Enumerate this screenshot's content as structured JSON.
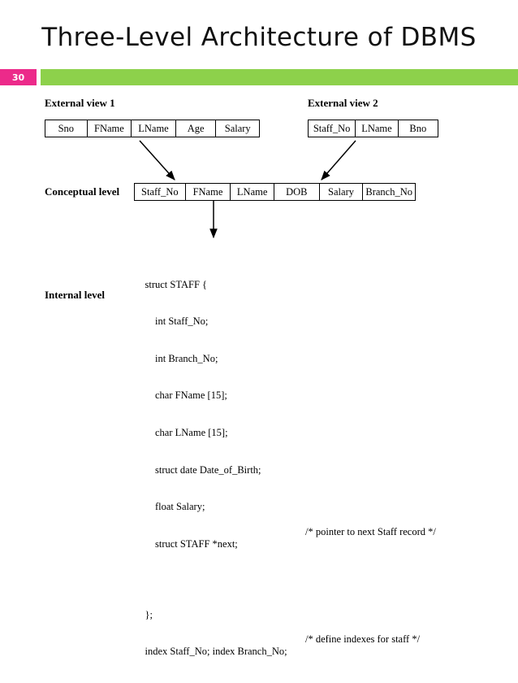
{
  "slide": {
    "title": "Three-Level Architecture of DBMS",
    "page_number": "30"
  },
  "colors": {
    "badge_pink": "#ec2a8a",
    "band_green": "#8dd14b",
    "text_black": "#000000"
  },
  "diagram": {
    "external_view_1": {
      "label": "External view 1",
      "columns": [
        "Sno",
        "FName",
        "LName",
        "Age",
        "Salary"
      ]
    },
    "external_view_2": {
      "label": "External view 2",
      "columns": [
        "Staff_No",
        "LName",
        "Bno"
      ]
    },
    "conceptual_level": {
      "label": "Conceptual level",
      "columns": [
        "Staff_No",
        "FName",
        "LName",
        "DOB",
        "Salary",
        "Branch_No"
      ]
    },
    "internal_level": {
      "label": "Internal level",
      "code_lines": [
        {
          "text": "struct STAFF {",
          "comment": ""
        },
        {
          "text": "    int Staff_No;",
          "comment": ""
        },
        {
          "text": "    int Branch_No;",
          "comment": ""
        },
        {
          "text": "    char FName [15];",
          "comment": ""
        },
        {
          "text": "    char LName [15];",
          "comment": ""
        },
        {
          "text": "    struct date Date_of_Birth;",
          "comment": ""
        },
        {
          "text": "    float Salary;",
          "comment": ""
        },
        {
          "text": "    struct STAFF *next;",
          "comment": "/* pointer to next Staff record */"
        },
        {
          "text": "};",
          "comment": ""
        },
        {
          "text": "index Staff_No; index Branch_No;",
          "comment": "/* define indexes for staff */"
        }
      ]
    },
    "arrows": [
      {
        "name": "view1-to-conceptual"
      },
      {
        "name": "view2-to-conceptual"
      },
      {
        "name": "conceptual-to-internal"
      }
    ]
  }
}
